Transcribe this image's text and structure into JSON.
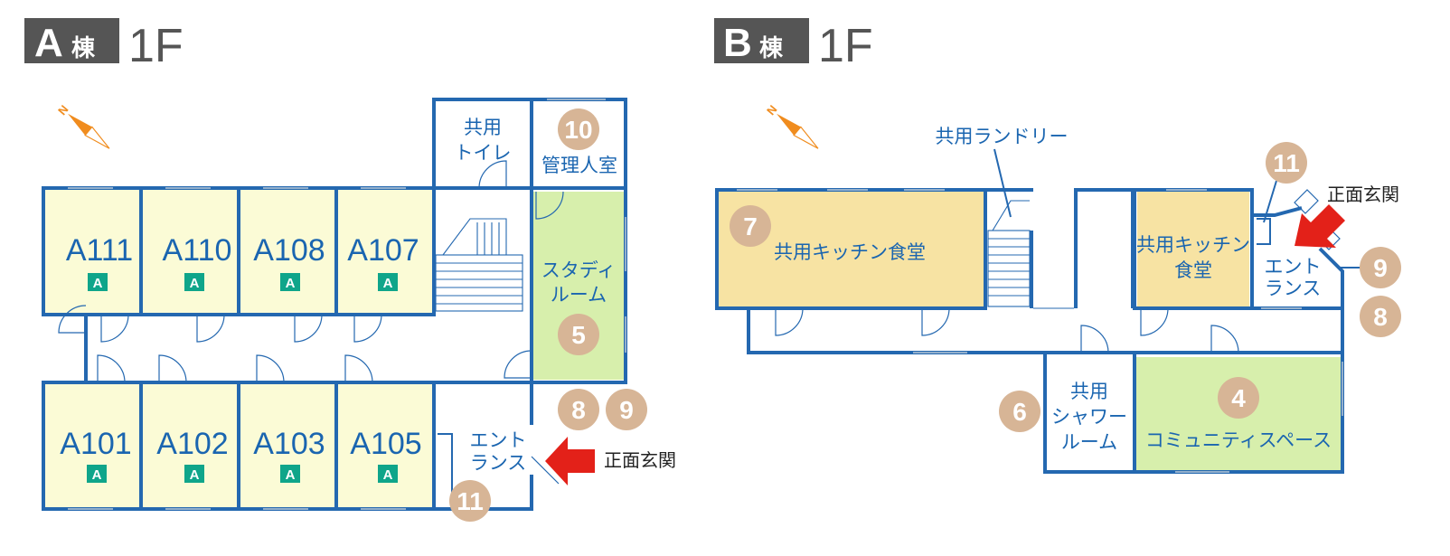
{
  "buildings": [
    {
      "name_letter": "A",
      "name_suffix": "棟",
      "floor": "1F",
      "rooms": [
        {
          "label": "A111",
          "badge": "A"
        },
        {
          "label": "A110",
          "badge": "A"
        },
        {
          "label": "A108",
          "badge": "A"
        },
        {
          "label": "A107",
          "badge": "A"
        },
        {
          "label": "A101",
          "badge": "A"
        },
        {
          "label": "A102",
          "badge": "A"
        },
        {
          "label": "A103",
          "badge": "A"
        },
        {
          "label": "A105",
          "badge": "A"
        }
      ],
      "labels": {
        "toilet_1": "共用",
        "toilet_2": "トイレ",
        "manager": "管理人室",
        "study_1": "スタディ",
        "study_2": "ルーム",
        "entrance_1": "エント",
        "entrance_2": "ランス",
        "main_entrance": "正面玄関"
      },
      "markers": [
        "10",
        "5",
        "8",
        "9",
        "11"
      ]
    },
    {
      "name_letter": "B",
      "name_suffix": "棟",
      "floor": "1F",
      "labels": {
        "laundry": "共用ランドリー",
        "kitchen_large": "共用キッチン食堂",
        "kitchen_small_1": "共用キッチン",
        "kitchen_small_2": "食堂",
        "entrance_1": "エント",
        "entrance_2": "ランス",
        "main_entrance": "正面玄関",
        "shower_1": "共用",
        "shower_2": "シャワー",
        "shower_3": "ルーム",
        "community": "コミュニティスペース"
      },
      "markers": [
        "11",
        "7",
        "9",
        "8",
        "6",
        "4"
      ]
    }
  ],
  "colors": {
    "wall": "#2468b0",
    "room_yellow": "#fbfbd6",
    "room_green": "#d7efac",
    "room_orange": "#f7e3a3",
    "marker": "#d7b596",
    "badge": "#0fa58a",
    "arrow": "#e32119",
    "title_tag": "#555555"
  },
  "icons": {
    "compass": "north-compass-icon",
    "arrow": "entrance-arrow-icon"
  }
}
